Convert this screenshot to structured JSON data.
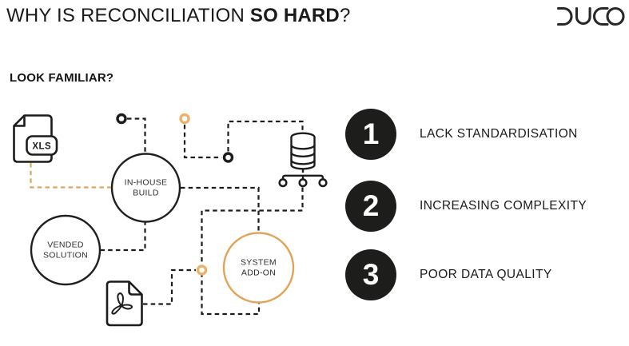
{
  "slide": {
    "title_regular": "WHY IS RECONCILIATION ",
    "title_bold": "SO HARD",
    "title_suffix": "?",
    "logo_text": "DUCO",
    "section_heading": "LOOK FAMILIAR?"
  },
  "diagram": {
    "xls_badge": "XLS",
    "nodes": {
      "in_house": {
        "line1": "IN-HOUSE",
        "line2": "BUILD"
      },
      "vended": {
        "line1": "VENDED",
        "line2": "SOLUTION"
      },
      "system_addon": {
        "line1": "SYSTEM",
        "line2": "ADD-ON"
      }
    },
    "icons": {
      "spreadsheet_file": "xls-file-icon",
      "pdf_file": "pdf-file-icon",
      "database": "database-distribution-icon",
      "junctions": "connector-node-icon"
    },
    "colors": {
      "ink_black": "#1c1c1c",
      "accent_orange": "#e3a356",
      "badge_black": "#1d1d1b"
    }
  },
  "reasons": [
    {
      "number": "1",
      "label": "LACK STANDARDISATION"
    },
    {
      "number": "2",
      "label": "INCREASING COMPLEXITY"
    },
    {
      "number": "3",
      "label": "POOR DATA QUALITY"
    }
  ]
}
